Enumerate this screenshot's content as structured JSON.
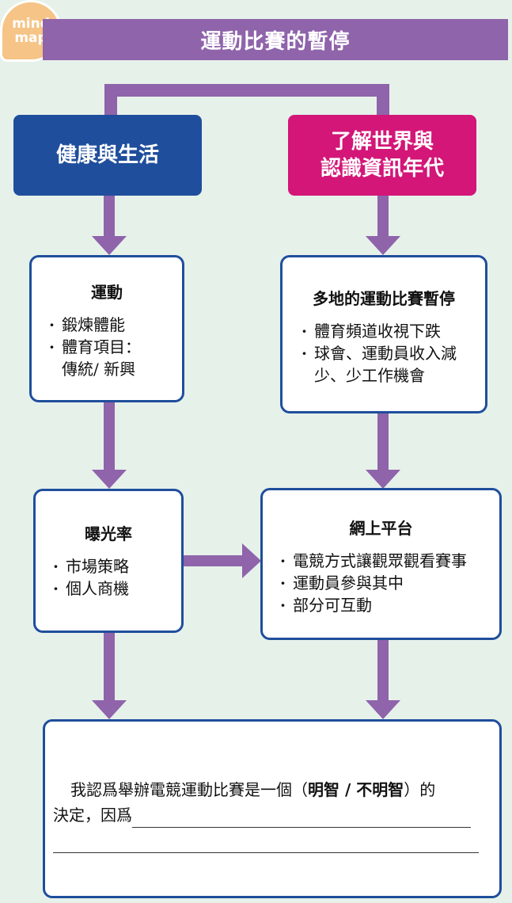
{
  "badge": {
    "line1": "mind",
    "line2": "map"
  },
  "title": "運動比賽的暫停",
  "categories": {
    "left": "健康與生活",
    "right_line1": "了解世界與",
    "right_line2": "認識資訊年代"
  },
  "nodes": {
    "exercise": {
      "title": "運動",
      "items": [
        "鍛煉體能",
        "體育項目："
      ],
      "item3": "傳統/ 新興"
    },
    "suspension": {
      "title": "多地的運動比賽暫停",
      "items": [
        "體育頻道收視下跌",
        "球會、運動員收入減"
      ],
      "item3": "少、少工作機會"
    },
    "exposure": {
      "title": "曝光率",
      "items": [
        "市場策略",
        "個人商機"
      ]
    },
    "online": {
      "title": "網上平台",
      "items": [
        "電競方式讓觀眾觀看賽事",
        "運動員參與其中",
        "部分可互動"
      ]
    }
  },
  "conclusion": {
    "part1": "我認爲舉辦電競運動比賽是一個（",
    "option1": "明智",
    "slash": " / ",
    "option2": "不明智",
    "part2": "）的",
    "line2_prefix": "決定，因爲"
  },
  "colors": {
    "background": "#e6f1ea",
    "title_bar": "#8f64ab",
    "connector": "#8f64ab",
    "left_category": "#1f4e9c",
    "right_category": "#d31678",
    "node_border": "#1f4e9c",
    "badge": "#f5c486"
  }
}
